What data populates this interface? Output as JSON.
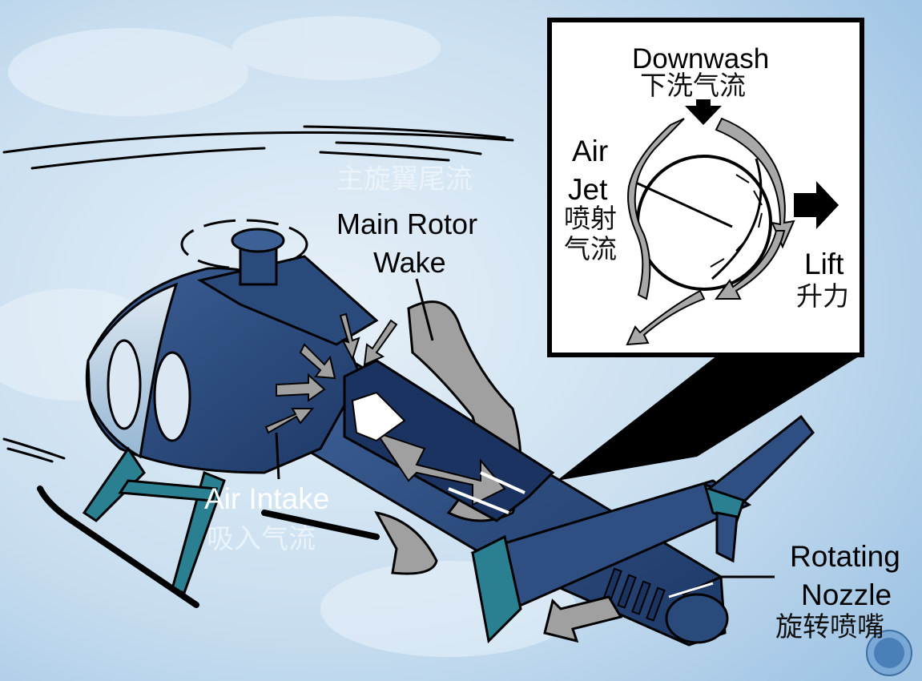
{
  "labels": {
    "downwash_en": "Downwash",
    "downwash_cn": "下洗气流",
    "air_jet_en_1": "Air",
    "air_jet_en_2": "Jet",
    "air_jet_cn_1": "喷射",
    "air_jet_cn_2": "气流",
    "lift_en": "Lift",
    "lift_cn": "升力",
    "rotor_wake_cn": "主旋翼尾流",
    "rotor_wake_en_1": "Main Rotor",
    "rotor_wake_en_2": "Wake",
    "air_intake_en": "Air Intake",
    "air_intake_cn": "吸入气流",
    "nozzle_en_1": "Rotating",
    "nozzle_en_2": "Nozzle",
    "nozzle_cn": "旋转喷嘴"
  },
  "colors": {
    "sky": "#cfe3f2",
    "fuselage": "#2a4a7c",
    "fuselage_dark": "#1a3360",
    "teal": "#2a7f90",
    "arrow_gray": "#a0a0a0",
    "outline": "#000000"
  }
}
